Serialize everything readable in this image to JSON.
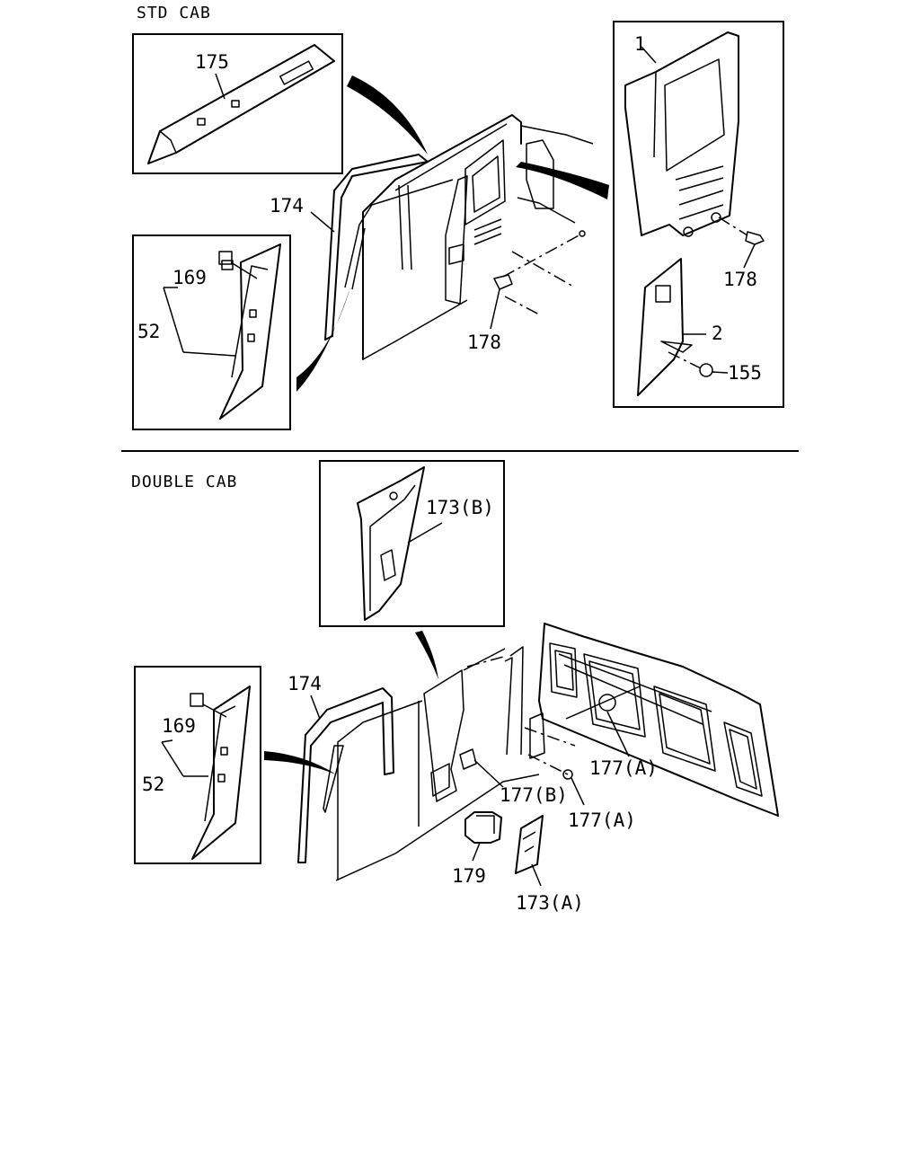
{
  "sections": {
    "std_cab": "STD CAB",
    "double_cab": "DOUBLE CAB"
  },
  "labels": {
    "std": {
      "p175": "175",
      "p174": "174",
      "p169": "169",
      "p52": "52",
      "p178a": "178",
      "p1": "1",
      "p178b": "178",
      "p2": "2",
      "p155": "155"
    },
    "dbl": {
      "p173b": "173(B)",
      "p174": "174",
      "p169": "169",
      "p52": "52",
      "p177a1": "177(A)",
      "p177b": "177(B)",
      "p177a2": "177(A)",
      "p179": "179",
      "p173a": "173(A)"
    }
  }
}
